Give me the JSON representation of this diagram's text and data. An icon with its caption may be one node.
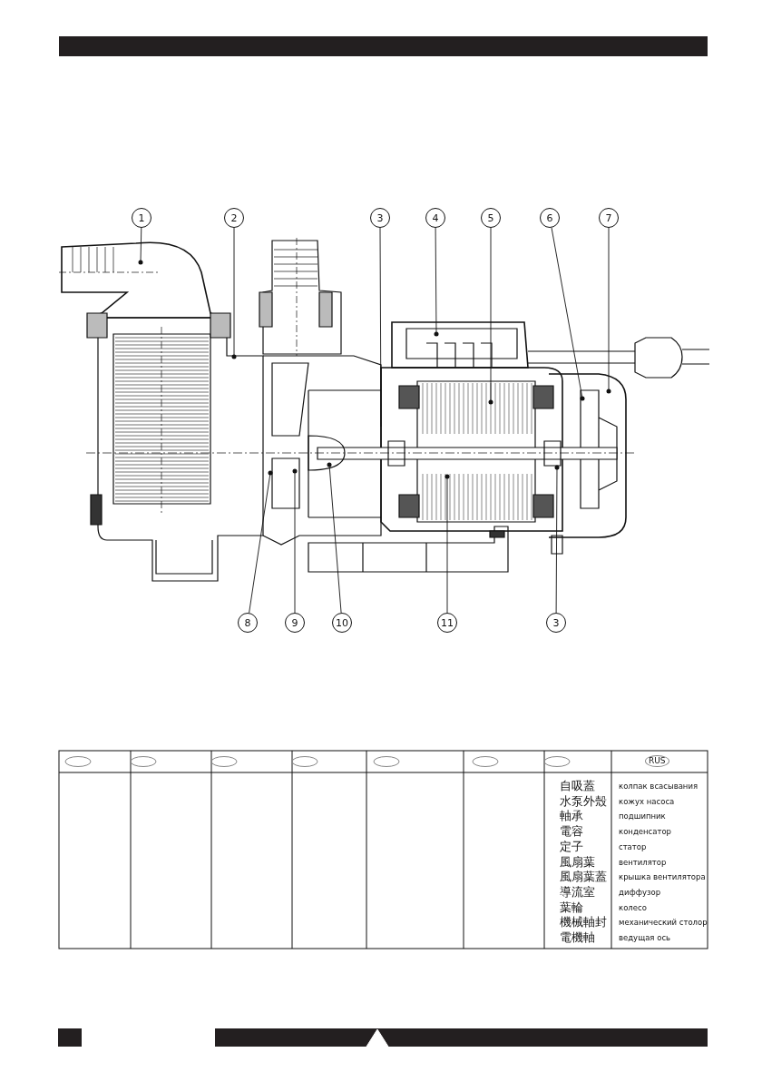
{
  "diagram": {
    "nodes": [
      {
        "text": [
          "1"
        ]
      },
      {
        "text": [
          "2"
        ]
      },
      {
        "text": [
          "3"
        ]
      },
      {
        "text": [
          "4"
        ]
      },
      {
        "text": [
          "5"
        ]
      },
      {
        "text": [
          "6"
        ]
      },
      {
        "text": [
          "7"
        ]
      },
      {
        "text": [
          "8"
        ]
      },
      {
        "text": [
          "9"
        ]
      },
      {
        "text": [
          "10"
        ]
      },
      {
        "text": [
          "11"
        ]
      },
      {
        "text": [
          "3"
        ]
      }
    ],
    "edges": [
      {
        "from": 0,
        "to": null,
        "arrow": "other"
      },
      {
        "from": 1,
        "to": null,
        "arrow": "other"
      },
      {
        "from": 2,
        "to": null,
        "arrow": "none"
      },
      {
        "from": 3,
        "to": null,
        "arrow": "other"
      },
      {
        "from": 4,
        "to": null,
        "arrow": "other"
      },
      {
        "from": 5,
        "to": null,
        "arrow": "other"
      },
      {
        "from": 6,
        "to": null,
        "arrow": "other"
      },
      {
        "from": 7,
        "to": null,
        "arrow": "other"
      },
      {
        "from": 8,
        "to": null,
        "arrow": "other"
      },
      {
        "from": 9,
        "to": null,
        "arrow": "other"
      },
      {
        "from": 10,
        "to": null,
        "arrow": "other"
      },
      {
        "from": 11,
        "to": null,
        "arrow": "other"
      }
    ],
    "labels": [
      "RUS",
      "自吸蓋",
      "колпак всасывания",
      "水泵外殼",
      "кожух насоса",
      "軸承",
      "подшипник",
      "電容",
      "конденсатор",
      "定子",
      "статор",
      "風扇葉",
      "вентилятор",
      "風扇葉蓋",
      "крышка вентилятора",
      "導流室",
      "диффузор",
      "葉輪",
      "колесо",
      "機械軸封",
      "механический столор",
      "電機軸",
      "ведущая ось"
    ]
  }
}
